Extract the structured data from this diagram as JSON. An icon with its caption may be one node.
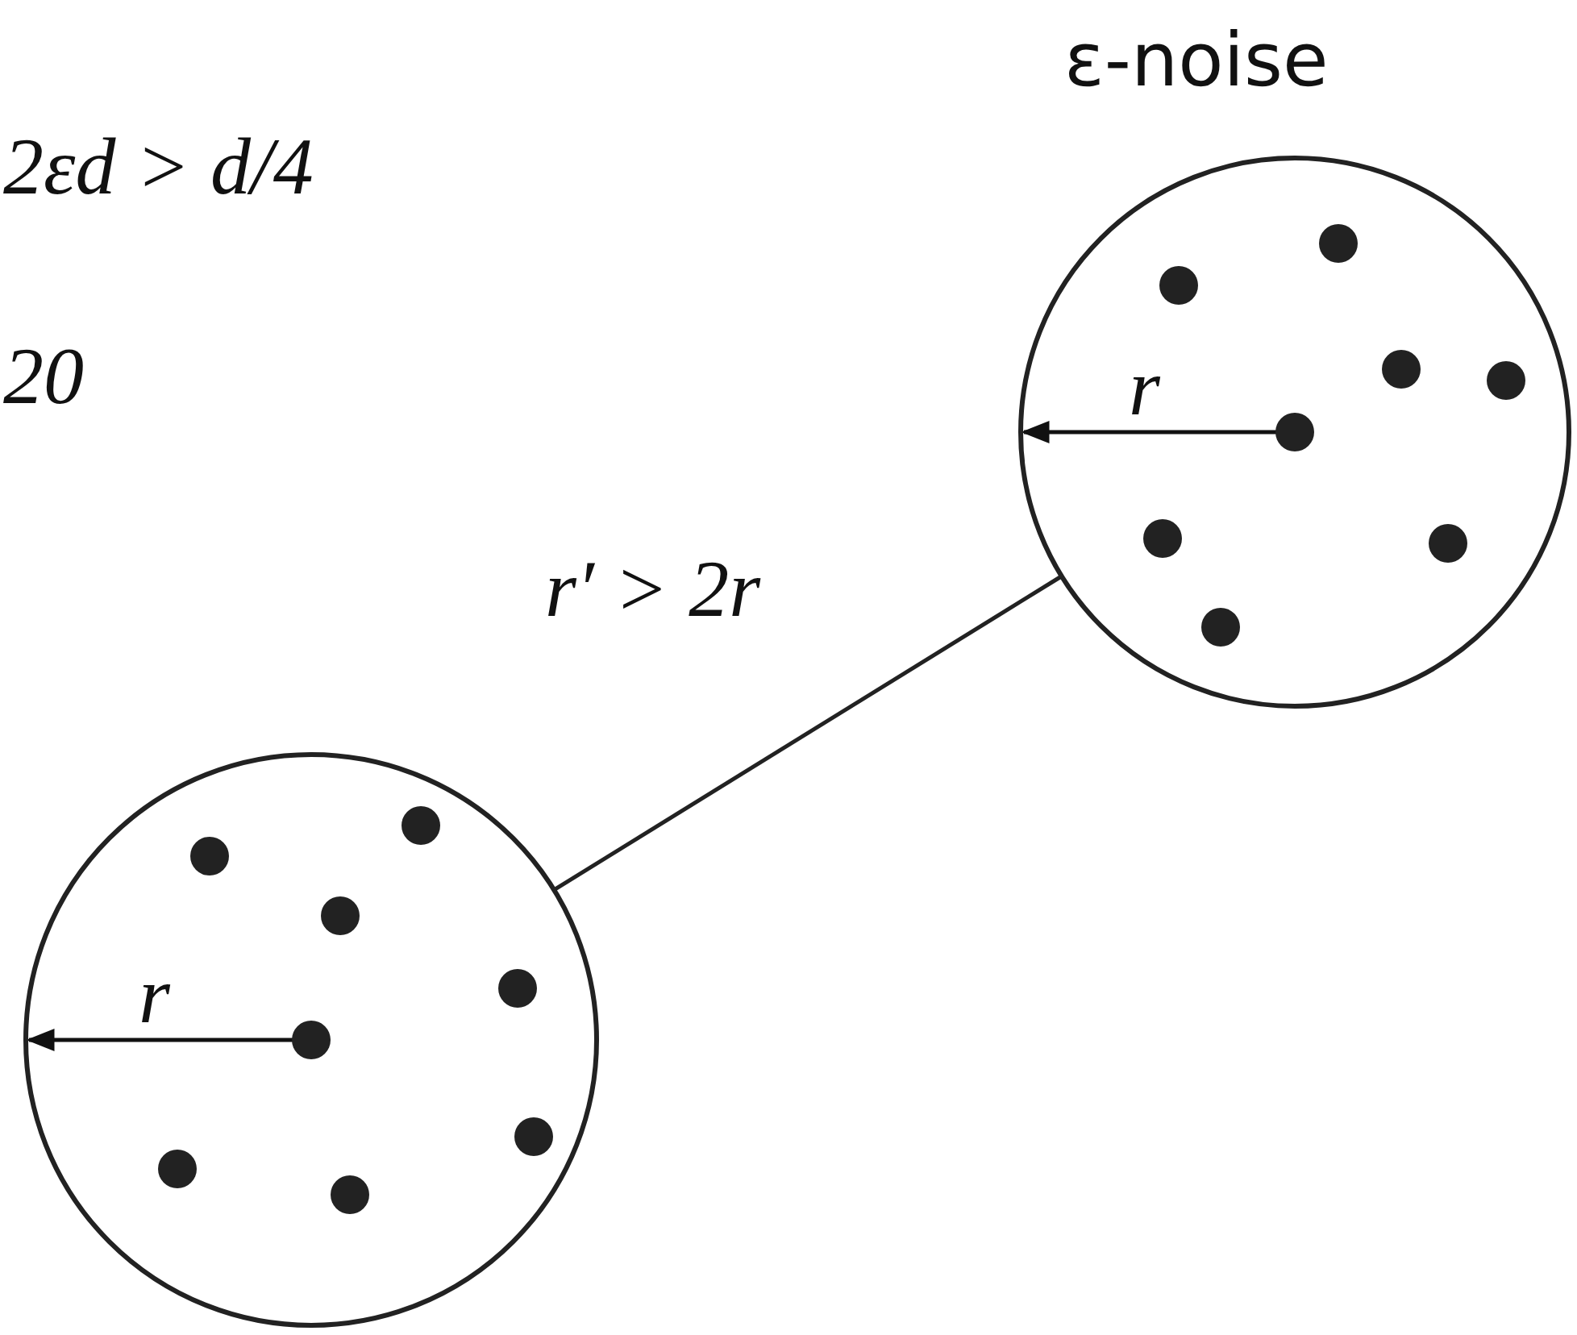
{
  "diagram": {
    "nodes": [
      {
        "text": [],
        "shape": "circle",
        "beside": [
          "ε-noise"
        ]
      },
      {
        "text": [],
        "shape": "circle"
      }
    ],
    "edges": [
      {
        "from": 1,
        "to": 0,
        "arrow": "none",
        "label": "r′ > 2r"
      }
    ],
    "labels": [
      "2εd > d/4",
      "20",
      "r",
      "r"
    ]
  }
}
